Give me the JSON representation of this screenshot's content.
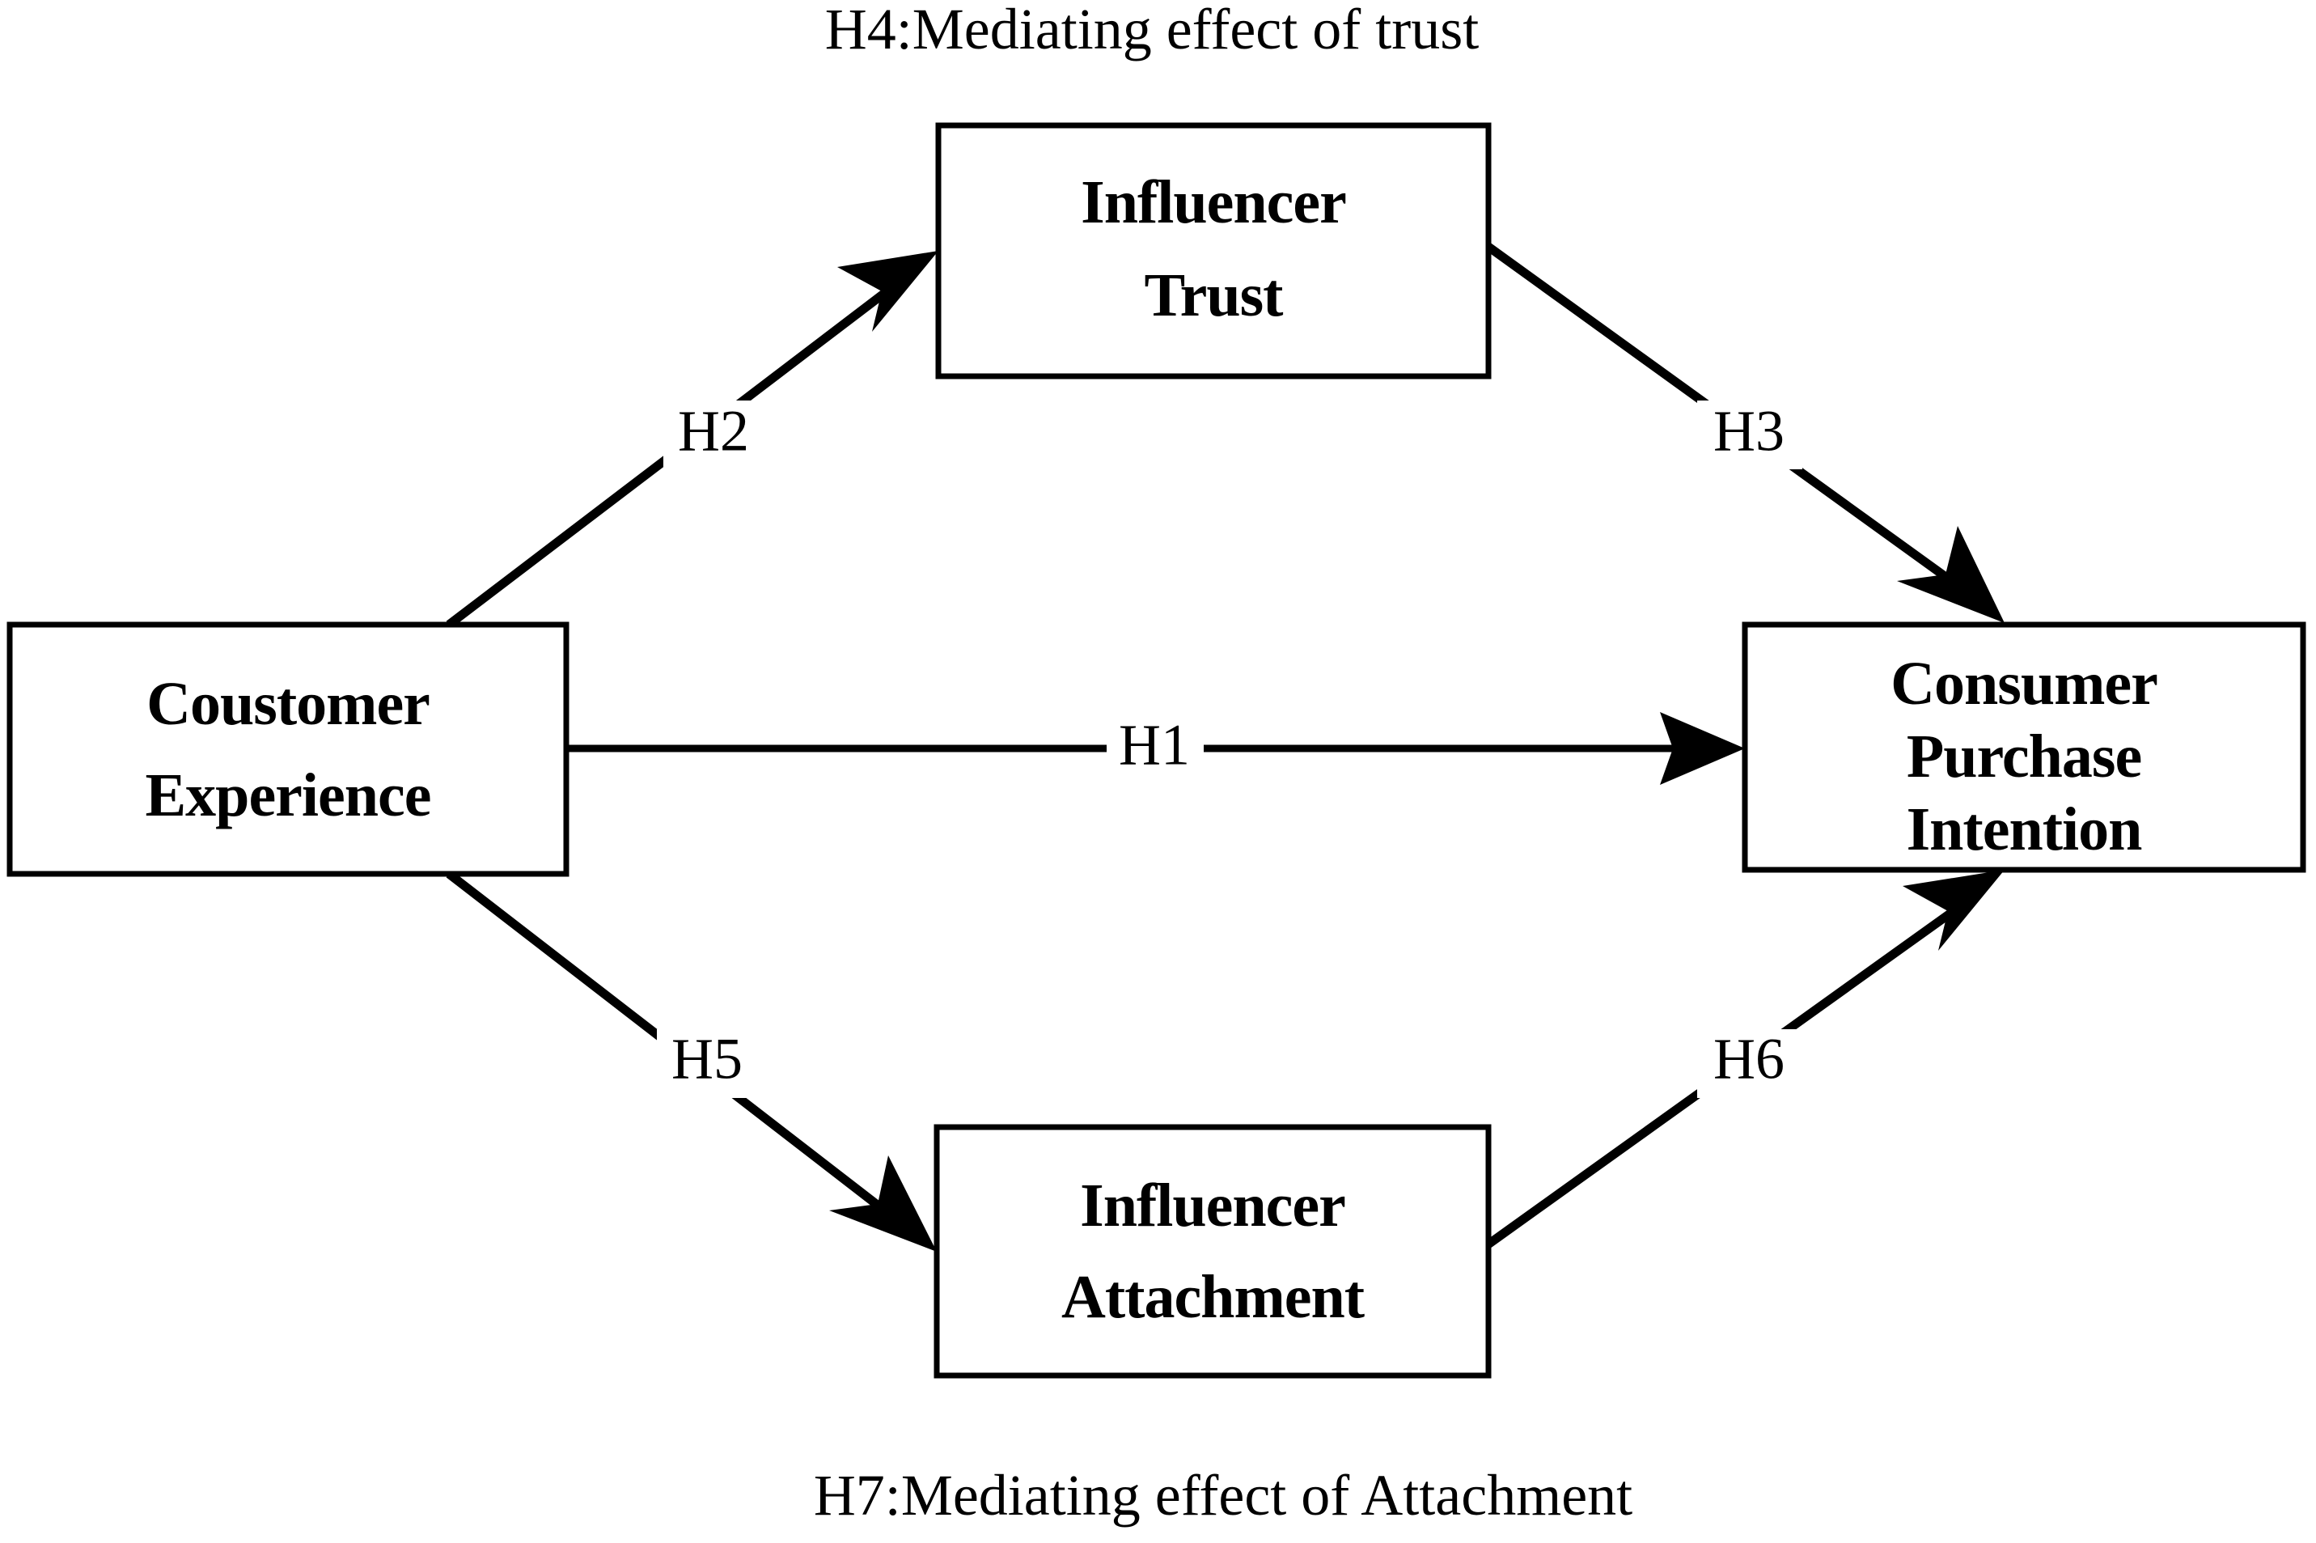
{
  "diagram": {
    "type": "conceptual-research-model",
    "title_top": "H4:Mediating effect of trust",
    "title_bottom": "H7:Mediating effect of Attachment",
    "colors": {
      "background": "#ffffff",
      "stroke": "#000000",
      "box_fill": "#ffffff",
      "text": "#000000"
    },
    "nodes": [
      {
        "id": "customer-experience",
        "line1": "Coustomer",
        "line2": "Experience",
        "line3": ""
      },
      {
        "id": "influencer-trust",
        "line1": "Influencer",
        "line2": "Trust",
        "line3": ""
      },
      {
        "id": "influencer-attachment",
        "line1": "Influencer",
        "line2": "Attachment",
        "line3": ""
      },
      {
        "id": "consumer-purchase-intention",
        "line1": "Consumer",
        "line2": "Purchase",
        "line3": "Intention"
      }
    ],
    "edges": [
      {
        "id": "h1",
        "label": "H1",
        "from": "customer-experience",
        "to": "consumer-purchase-intention"
      },
      {
        "id": "h2",
        "label": "H2",
        "from": "customer-experience",
        "to": "influencer-trust"
      },
      {
        "id": "h3",
        "label": "H3",
        "from": "influencer-trust",
        "to": "consumer-purchase-intention"
      },
      {
        "id": "h5",
        "label": "H5",
        "from": "customer-experience",
        "to": "influencer-attachment"
      },
      {
        "id": "h6",
        "label": "H6",
        "from": "influencer-attachment",
        "to": "consumer-purchase-intention"
      }
    ],
    "mediation_labels": [
      {
        "id": "h4",
        "text": "H4:Mediating effect of trust"
      },
      {
        "id": "h7",
        "text": "H7:Mediating effect of Attachment"
      }
    ]
  }
}
